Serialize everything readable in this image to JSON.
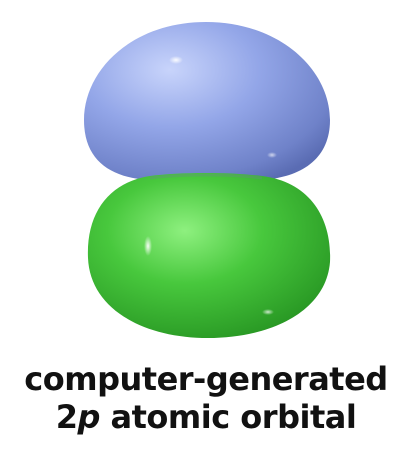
{
  "figure": {
    "upper_lobe_color": "#8fa3e6",
    "lower_lobe_color": "#3dc43a",
    "background": "#ffffff"
  },
  "caption": {
    "line1": "computer-generated",
    "line2_number": "2",
    "line2_italic": "p",
    "line2_rest": " atomic orbital"
  }
}
